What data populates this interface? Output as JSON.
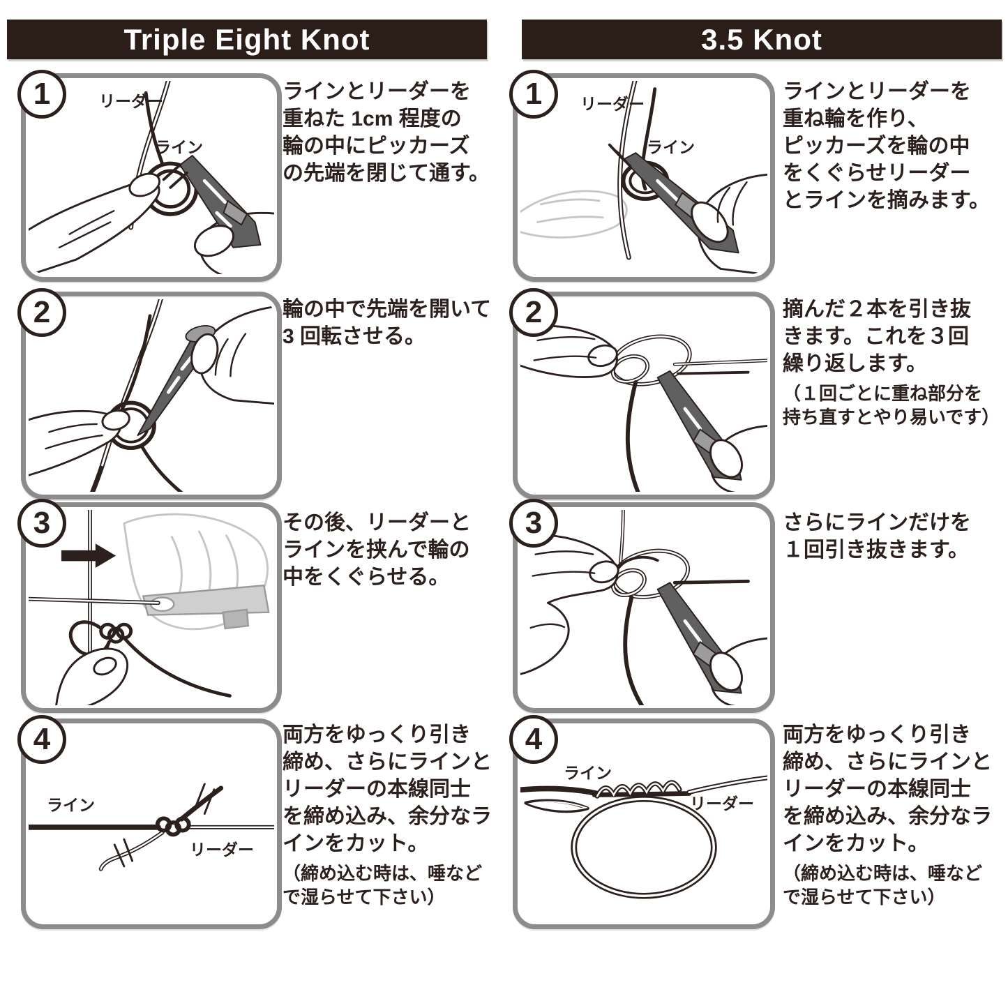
{
  "colors": {
    "ink": "#2b201d",
    "bar": "#2b1e19",
    "bar_text": "#ffffff",
    "border": "#8c8c8c",
    "ghost": "#c6c6c6",
    "tool": "#606060",
    "tool_light": "#9c9c9c"
  },
  "left": {
    "header": "Triple Eight Knot",
    "steps": [
      {
        "num": "1",
        "labels": {
          "leader": "リーダー",
          "line": "ライン"
        },
        "text": "ラインとリーダーを\n重ねた 1cm 程度の\n輪の中にピッカーズ\nの先端を閉じて通す。",
        "note": ""
      },
      {
        "num": "2",
        "text": "輪の中で先端を開いて\n3 回転させる。",
        "note": ""
      },
      {
        "num": "3",
        "text": "その後、リーダーと\nラインを挟んで輪の\n中をくぐらせる。",
        "note": ""
      },
      {
        "num": "4",
        "labels": {
          "line": "ライン",
          "leader": "リーダー"
        },
        "text": "両方をゆっくり引き\n締め、さらにラインと\nリーダーの本線同士\nを締め込み、余分なラ\nインをカット。",
        "note": "（締め込む時は、唾など\nで湿らせて下さい）"
      }
    ]
  },
  "right": {
    "header": "3.5 Knot",
    "steps": [
      {
        "num": "1",
        "labels": {
          "leader": "リーダー",
          "line": "ライン"
        },
        "text": "ラインとリーダーを\n重ね輪を作り、\nピッカーズを輪の中\nをくぐらせリーダー\nとラインを摘みます。",
        "note": ""
      },
      {
        "num": "2",
        "text": "摘んだ２本を引き抜\nきます。これを３回\n繰り返します。",
        "note": "（１回ごとに重ね部分を\n持ち直すとやり易いです）"
      },
      {
        "num": "3",
        "text": "さらにラインだけを\n１回引き抜きます。",
        "note": ""
      },
      {
        "num": "4",
        "labels": {
          "line": "ライン",
          "leader": "リーダー"
        },
        "text": "両方をゆっくり引き\n締め、さらにラインと\nリーダーの本線同士\nを締め込み、余分なラ\nインをカット。",
        "note": "（締め込む時は、唾など\nで湿らせて下さい）"
      }
    ]
  }
}
